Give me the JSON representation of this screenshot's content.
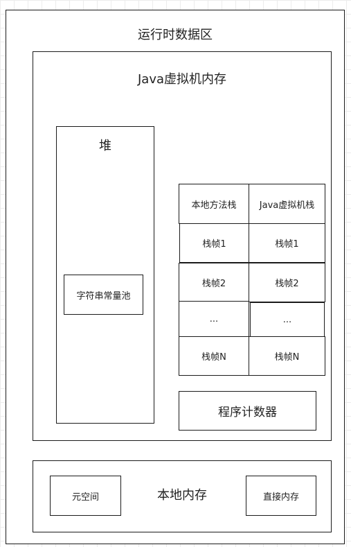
{
  "runtime_area": {
    "title": "运行时数据区"
  },
  "jvm_memory": {
    "title": "Java虚拟机内存",
    "heap": {
      "title": "堆",
      "string_pool": "字符串常量池"
    },
    "stacks": {
      "native_header": "本地方法栈",
      "jvm_header": "Java虚拟机栈",
      "native_frames": [
        "栈帧1",
        "栈帧2",
        "...",
        "栈帧N"
      ],
      "jvm_frames": [
        "栈帧1",
        "栈帧2",
        "...",
        "栈帧N"
      ]
    },
    "program_counter": "程序计数器"
  },
  "native_memory": {
    "title": "本地内存",
    "metaspace": "元空间",
    "direct_memory": "直接内存"
  }
}
